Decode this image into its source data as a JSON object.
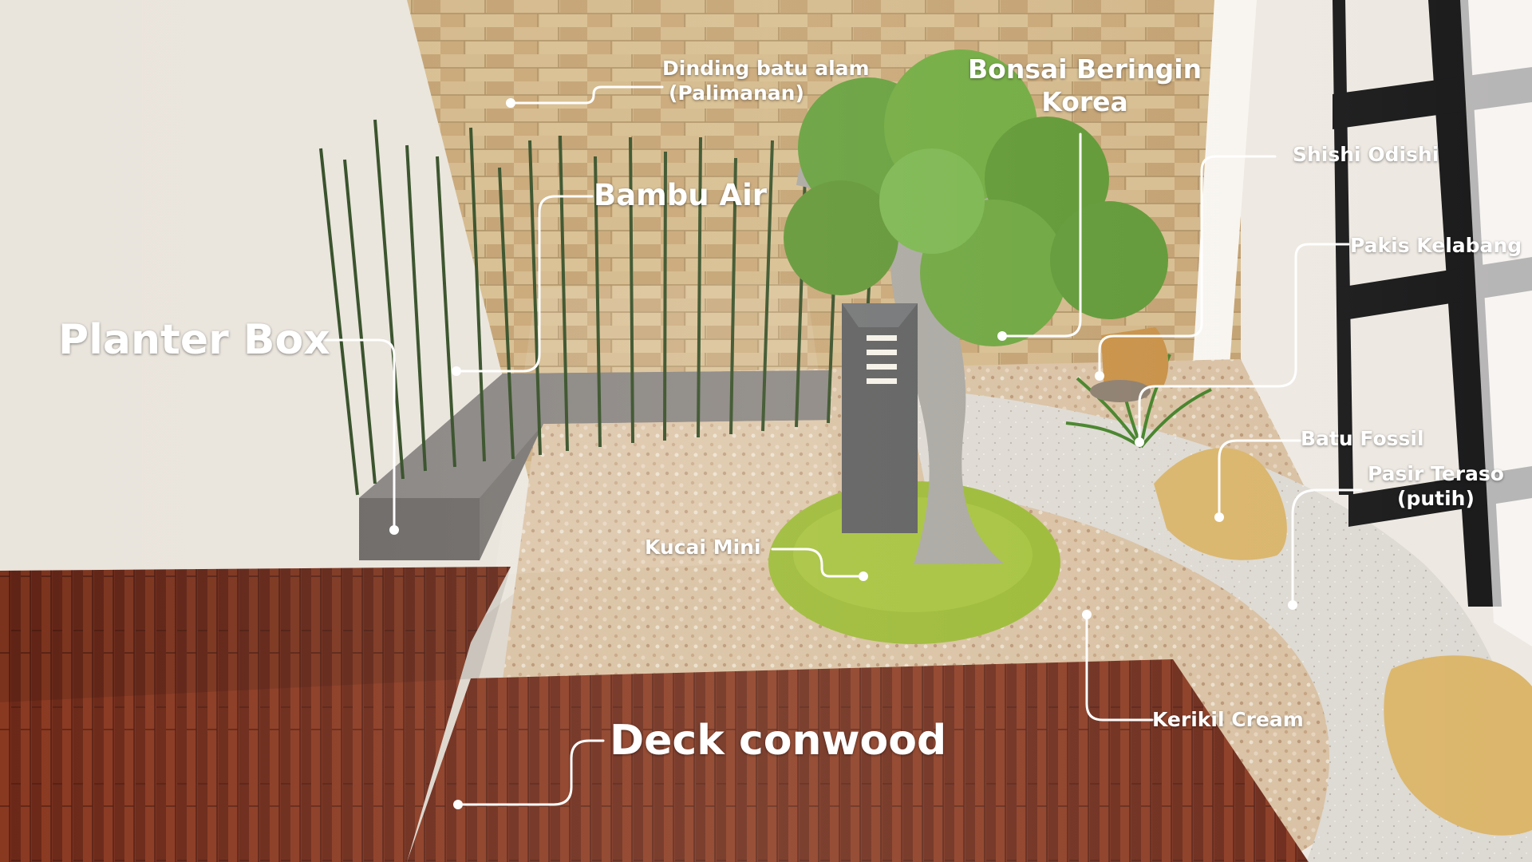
{
  "title": "",
  "labels": {
    "dinding_batu_alam": {
      "line1": "Dinding batu alam",
      "line2": "(Palimanan)"
    },
    "bonsai_beringin": {
      "line1": "Bonsai Beringin",
      "line2": "Korea"
    },
    "shishi_odishi": "Shishi Odishi",
    "bambu_air": "Bambu Air",
    "pakis_kelabang": "Pakis Kelabang",
    "planter_box": "Planter Box",
    "batu_fossil": "Batu Fossil",
    "pasir_teraso": {
      "line1": "Pasir Teraso",
      "line2": "(putih)"
    },
    "kucai_mini": "Kucai Mini",
    "kerikil_cream": "Kerikil Cream",
    "deck_conwood": "Deck conwood"
  },
  "colors": {
    "wall_white": "#ece7e0",
    "stone_wall": "#c9a978",
    "wood_deck": "#7a2f1d",
    "gravel_cream": "#d9c3a7",
    "terazzo_white": "#dcd9d4",
    "grass": "#9dbb2f",
    "foliage": "#5f9c36",
    "bamboo": "#2f4a22",
    "planter_concrete": "#7b7876",
    "lamp": "#58595b",
    "label_text": "#ffffff",
    "leader_line": "#ffffff"
  },
  "icons": [
    "leader-line",
    "leader-dot"
  ]
}
